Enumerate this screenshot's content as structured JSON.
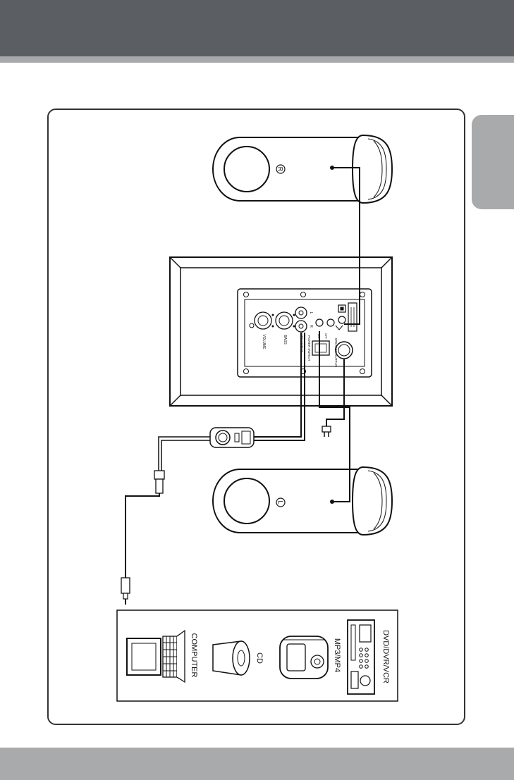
{
  "speaker_labels": {
    "right": "R",
    "left": "L"
  },
  "panel_labels": {
    "volume": "VOLUME",
    "bass": "BASS",
    "audio_input": "AUDIO INPUT",
    "power_switch": "POWER SWITCH",
    "speaker_output": "SPEAKER OUTPUT",
    "on": "ON",
    "off": "OFF",
    "input_l": "L",
    "input_r": "R"
  },
  "sources": [
    {
      "label": "COMPUTER"
    },
    {
      "label": "CD"
    },
    {
      "label": "MP3/MP4"
    },
    {
      "label": "DVD/DVR/VCR"
    }
  ]
}
